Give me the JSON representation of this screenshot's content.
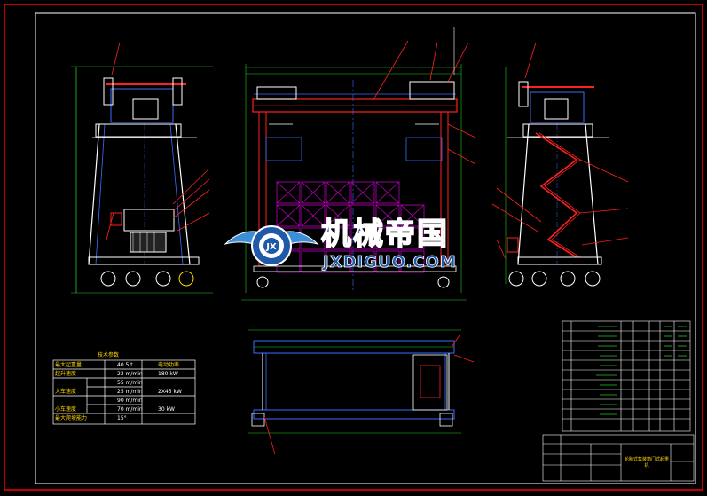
{
  "watermark": {
    "cn": "机械帝国",
    "en": "JXDIGUO.COM"
  },
  "param_table": {
    "title": "技术参数",
    "rows": [
      [
        "最大起重量",
        "40.5 t",
        "电动功率"
      ],
      [
        "起升速度",
        "22 m/min",
        "180 kW"
      ],
      [
        "",
        "55 m/min",
        ""
      ],
      [
        "大车速度",
        "25 m/min",
        "2X45 kW"
      ],
      [
        "",
        "90 m/min",
        ""
      ],
      [
        "小车速度",
        "70 m/min",
        "30 kW"
      ],
      [
        "最大爬坡能力",
        "15°",
        ""
      ]
    ]
  },
  "drawing_title": "轮胎式集装箱门式起重机",
  "colors": {
    "background": "#000000",
    "border": "#ff0000",
    "frame": "#ffffff",
    "structure_red": "#ff2020",
    "structure_blue": "#3a6cff",
    "dim_green": "#22c722",
    "container_magenta": "#c000c0",
    "callout_yellow": "#ffd700",
    "watermark_blue": "#1e5aa8"
  }
}
